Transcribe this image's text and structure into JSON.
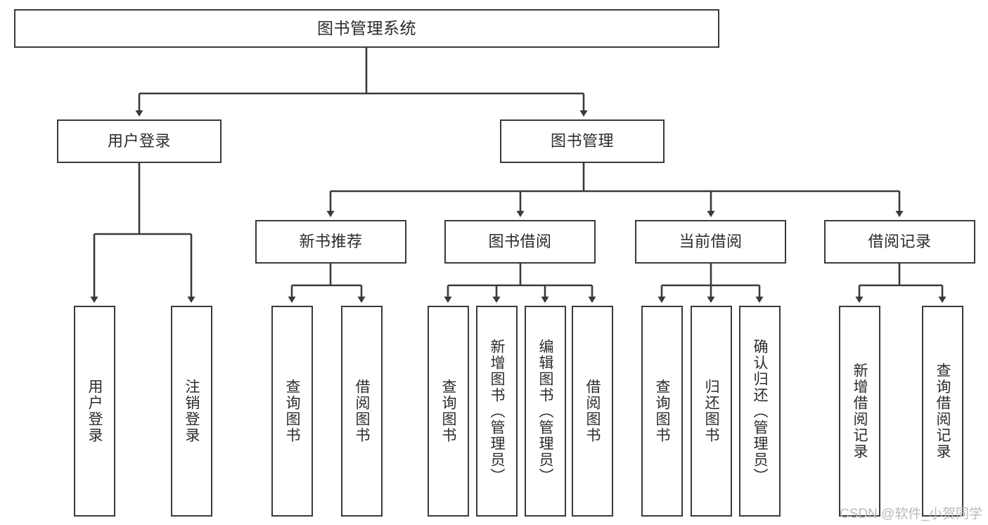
{
  "diagram": {
    "type": "tree-hierarchy",
    "title": "图书管理系统",
    "orientation": "top-down",
    "colors": {
      "box_border": "#3a3a3a",
      "box_fill": "#ffffff",
      "edge": "#3a3a3a",
      "text": "#2b2b2b",
      "watermark": "#b9b9b9",
      "background": "#ffffff"
    }
  },
  "nodes": {
    "root": {
      "label": "图书管理系统",
      "level": 1
    },
    "level2": [
      {
        "id": "user-login",
        "label": "用户登录"
      },
      {
        "id": "book-management",
        "label": "图书管理"
      }
    ],
    "level3": [
      {
        "id": "new-book-recommend",
        "label": "新书推荐"
      },
      {
        "id": "book-borrow",
        "label": "图书借阅"
      },
      {
        "id": "current-borrow",
        "label": "当前借阅"
      },
      {
        "id": "borrow-record",
        "label": "借阅记录"
      }
    ],
    "leaves": {
      "user_login": [
        {
          "id": "leaf-user-login",
          "label": "用户登录"
        },
        {
          "id": "leaf-logout-login",
          "label": "注销登录"
        }
      ],
      "new_book_recommend": [
        {
          "id": "leaf-query-book-1",
          "label": "查询图书"
        },
        {
          "id": "leaf-borrow-book-1",
          "label": "借阅图书"
        }
      ],
      "book_borrow": [
        {
          "id": "leaf-query-book-2",
          "label": "查询图书"
        },
        {
          "id": "leaf-add-book",
          "label": "新增图书（管理员）"
        },
        {
          "id": "leaf-edit-book",
          "label": "编辑图书（管理员）"
        },
        {
          "id": "leaf-borrow-book-2",
          "label": "借阅图书"
        }
      ],
      "current_borrow": [
        {
          "id": "leaf-query-book-3",
          "label": "查询图书"
        },
        {
          "id": "leaf-return-book",
          "label": "归还图书"
        },
        {
          "id": "leaf-confirm-return",
          "label": "确认归还（管理员）"
        }
      ],
      "borrow_record": [
        {
          "id": "leaf-add-record",
          "label": "新增借阅记录"
        },
        {
          "id": "leaf-query-record",
          "label": "查询借阅记录"
        }
      ]
    }
  },
  "watermark": {
    "text": "CSDN @软件_小贺同学"
  }
}
